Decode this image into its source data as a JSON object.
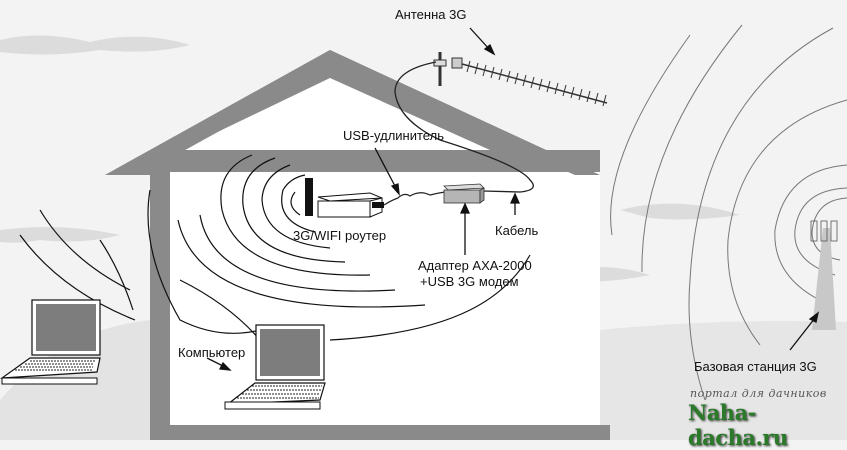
{
  "diagram": {
    "title": "3G internet via antenna, adapter and WiFi router in a house",
    "labels": {
      "antenna": "Антенна 3G",
      "usb_extender": "USB-удлинитель",
      "router": "3G/WIFI роутер",
      "cable": "Кабель",
      "adapter_line1": "Адаптер AXA-2000",
      "adapter_line2": "+USB 3G модем",
      "computer": "Компьютер",
      "base_station": "Базовая станция 3G"
    },
    "watermark": {
      "tagline": "портал для дачников",
      "site": "Naha-dacha.ru"
    },
    "colors": {
      "house_wall": "#8a8a8a",
      "house_interior": "#ffffff",
      "background": "#f3f3f3",
      "cloud": "#d9d9d9",
      "screen": "#7d7d7d",
      "adapter": "#b5b5b5",
      "watermark_green": "#2a7a2a"
    }
  }
}
